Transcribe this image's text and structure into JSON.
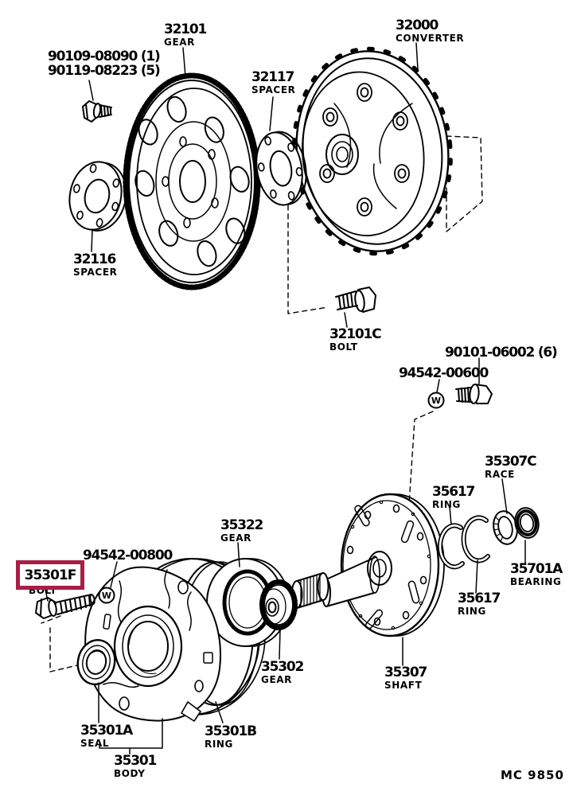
{
  "document": {
    "footer_code": "MC  9850",
    "washer_mark": "W"
  },
  "highlight": {
    "color": "#a81e44",
    "part": "35301F"
  },
  "labels": {
    "bolt_group": {
      "line1": "90109-08090 (1)",
      "line2": "90119-08223 (5)"
    },
    "gear32101": {
      "number": "32101",
      "caption": "GEAR"
    },
    "converter": {
      "number": "32000",
      "caption": "CONVERTER"
    },
    "spacer32117": {
      "number": "32117",
      "caption": "SPACER"
    },
    "spacer32116": {
      "number": "32116",
      "caption": "SPACER"
    },
    "bolt32101c": {
      "number": "32101C",
      "caption": "BOLT"
    },
    "bolt90101": {
      "number": "90101-06002 (6)"
    },
    "washer600": {
      "number": "94542-00600"
    },
    "race": {
      "number": "35307C",
      "caption": "RACE"
    },
    "ring_top": {
      "number": "35617",
      "caption": "RING"
    },
    "ring_bottom": {
      "number": "35617",
      "caption": "RING"
    },
    "bearing": {
      "number": "35701A",
      "caption": "BEARING"
    },
    "gear35322": {
      "number": "35322",
      "caption": "GEAR"
    },
    "washer800": {
      "number": "94542-00800"
    },
    "bolt35301f": {
      "number": "35301F",
      "caption": "BOLT"
    },
    "seal": {
      "number": "35301A",
      "caption": "SEAL"
    },
    "ring35301b": {
      "number": "35301B",
      "caption": "RING"
    },
    "body": {
      "number": "35301",
      "caption": "BODY"
    },
    "gear35302": {
      "number": "35302",
      "caption": "GEAR"
    },
    "shaft": {
      "number": "35307",
      "caption": "SHAFT"
    }
  }
}
